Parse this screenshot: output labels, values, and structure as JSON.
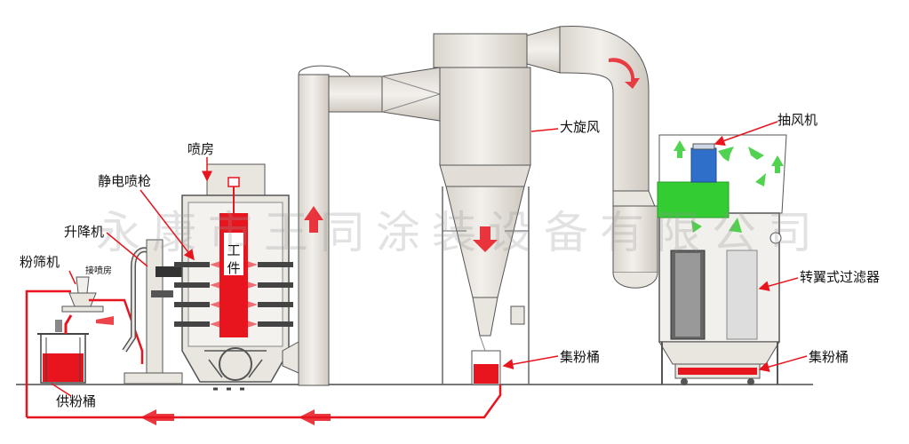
{
  "watermark": "永康市王同涂装设备有限公司",
  "labels": {
    "spray_booth": "喷房",
    "electrostatic_gun": "静电喷枪",
    "lift": "升降机",
    "sieve": "粉筛机",
    "to_booth": "接喷房",
    "workpiece": "工件",
    "cyclone": "大旋风",
    "exhaust_fan": "抽风机",
    "rotary_filter": "转翼式过滤器",
    "collector_1": "集粉桶",
    "collector_2": "集粉桶",
    "supply_bucket": "供粉桶"
  },
  "colors": {
    "equipment_fill": "#e9e5df",
    "equipment_stroke": "#555555",
    "powder_red": "#e8141e",
    "fan_green": "#33cc33",
    "motor_blue": "#2f6fc9",
    "floor_line": "#666666"
  },
  "icons": {
    "flow_arrows": "red-arrow",
    "air_arrows": "green-arrow"
  }
}
